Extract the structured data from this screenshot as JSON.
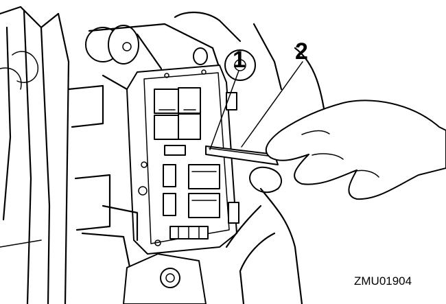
{
  "callouts": [
    {
      "label": "1"
    },
    {
      "label": "2"
    }
  ],
  "figure_code": "ZMU01904"
}
